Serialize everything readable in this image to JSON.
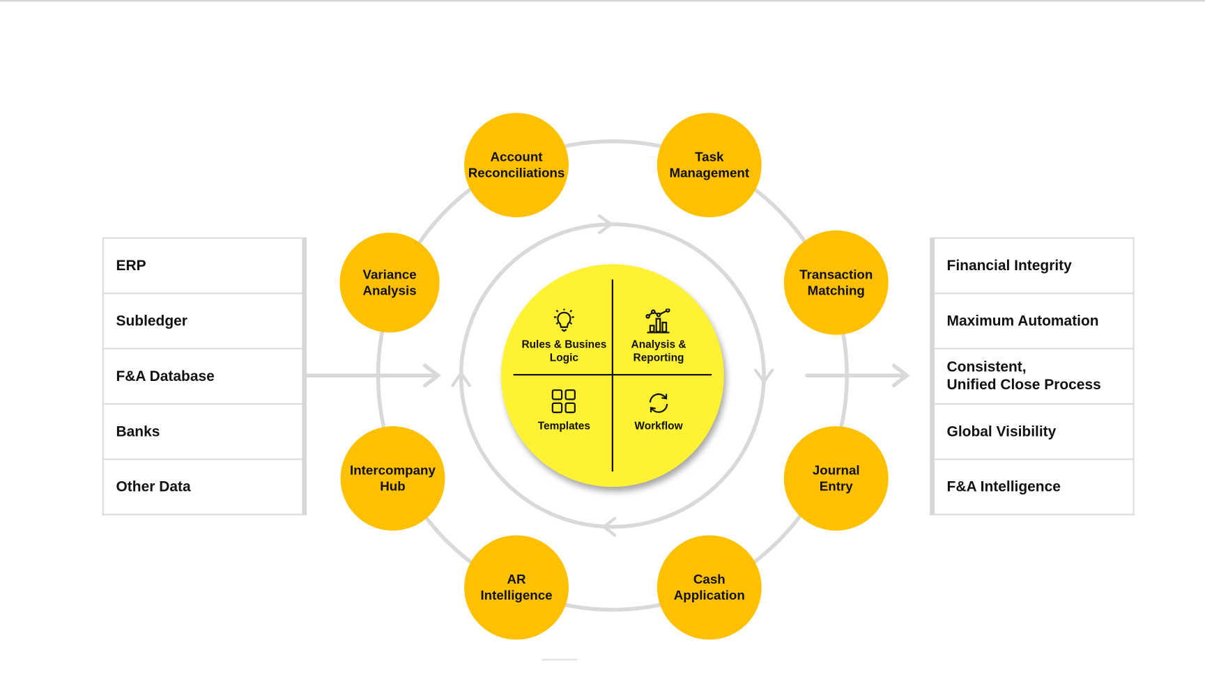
{
  "inputs": [
    "ERP",
    "Subledger",
    "F&A Database",
    "Banks",
    "Other Data"
  ],
  "outcomes": [
    "Financial Integrity",
    "Maximum Automation",
    "Consistent,\nUnified Close Process",
    "Global Visibility",
    "F&A Intelligence"
  ],
  "ring_nodes": {
    "account_reconciliations": "Account Reconciliations",
    "task_management": "Task Management",
    "transaction_matching": "Transaction Matching",
    "journal_entry": "Journal Entry",
    "cash_application": "Cash Application",
    "ar_intelligence": "AR Intelligence",
    "intercompany_hub": "Intercompany Hub",
    "variance_analysis": "Variance Analysis"
  },
  "hub": {
    "rules": "Rules & Busines Logic",
    "analysis": "Analysis & Reporting",
    "templates": "Templates",
    "workflow": "Workflow"
  },
  "colors": {
    "node": "#FFC000",
    "hub": "#FFF133",
    "ring": "#d9d9d9"
  }
}
